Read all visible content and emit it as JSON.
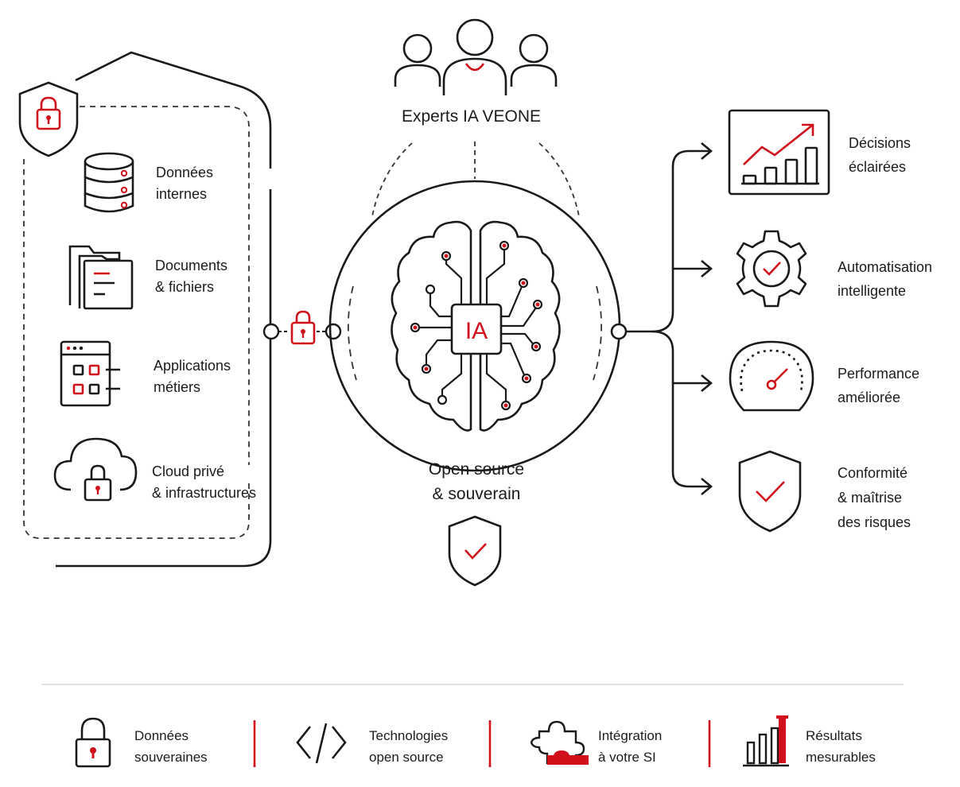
{
  "colors": {
    "accent": "#d0111b",
    "ink": "#1a1a1a",
    "dash": "#3a3a3a",
    "divider": "#d8d8d8"
  },
  "experts": {
    "title": "Experts IA VEONE"
  },
  "core": {
    "chip_label": "IA",
    "caption_line1": "Open source",
    "caption_line2": "& souverain"
  },
  "sources": [
    {
      "icon": "database-icon",
      "line1": "Données",
      "line2": "internes"
    },
    {
      "icon": "folder-documents-icon",
      "line1": "Documents",
      "line2": "& fichiers"
    },
    {
      "icon": "application-window-icon",
      "line1": "Applications",
      "line2": "métiers"
    },
    {
      "icon": "private-cloud-icon",
      "line1": "Cloud privé",
      "line2": "& infrastructures"
    }
  ],
  "outcomes": [
    {
      "icon": "growth-chart-icon",
      "lines": [
        "Décisions",
        "éclairées"
      ]
    },
    {
      "icon": "gear-check-icon",
      "lines": [
        "Automatisation",
        "intelligente"
      ]
    },
    {
      "icon": "speedometer-icon",
      "lines": [
        "Performance",
        "améliorée"
      ]
    },
    {
      "icon": "shield-check-icon",
      "lines": [
        "Conformité",
        "& maîtrise",
        "des risques"
      ]
    }
  ],
  "footer": [
    {
      "icon": "padlock-icon",
      "line1": "Données",
      "line2": "souveraines"
    },
    {
      "icon": "code-brackets-icon",
      "line1": "Technologies",
      "line2": "open source"
    },
    {
      "icon": "puzzle-icon",
      "line1": "Intégration",
      "line2": "à votre SI"
    },
    {
      "icon": "bar-results-icon",
      "line1": "Résultats",
      "line2": "mesurables"
    }
  ]
}
